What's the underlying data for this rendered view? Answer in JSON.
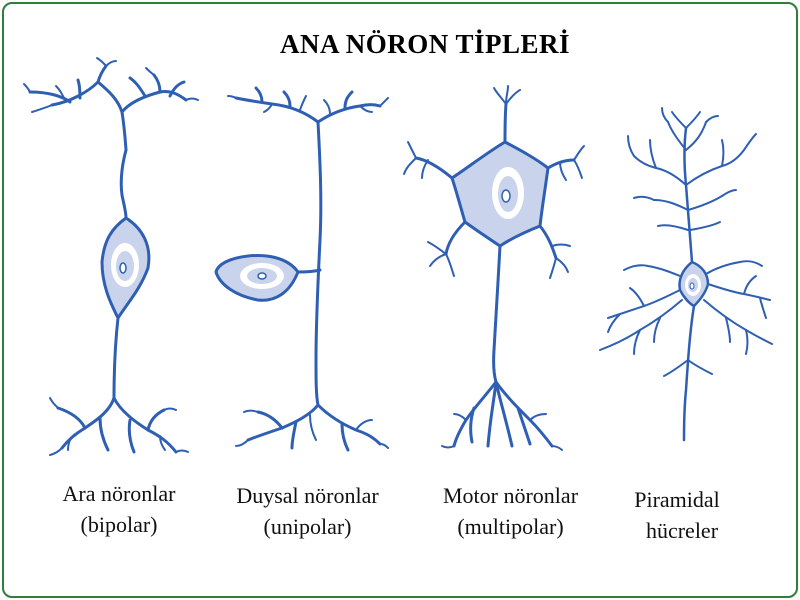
{
  "title": "ANA NÖRON TİPLERİ",
  "colors": {
    "frame": "#2e7d3a",
    "neuron_outline": "#2f5fb3",
    "cell_body_fill": "#c9d4ec",
    "nucleus_ring": "#ffffff"
  },
  "neurons": [
    {
      "id": "bipolar",
      "line1": "Ara nöronlar",
      "line2": "(bipolar)"
    },
    {
      "id": "unipolar",
      "line1": "Duysal nöronlar",
      "line2": "(unipolar)"
    },
    {
      "id": "multipolar",
      "line1": "Motor nöronlar",
      "line2": "(multipolar)"
    },
    {
      "id": "pyramidal",
      "line1": "Piramidal",
      "line2": "hücreler"
    }
  ]
}
